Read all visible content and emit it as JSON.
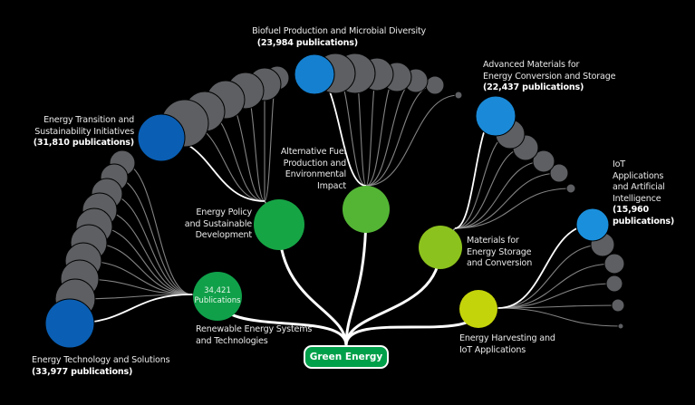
{
  "root": {
    "label": "Green Energy",
    "color": "#00a04a"
  },
  "colors": {
    "background": "#000000",
    "leaf_gray": "#5d5f62",
    "cluster_blue_dark": "#0a5fb4",
    "cluster_blue_light": "#1a8ad8",
    "link_main": "#ffffff",
    "link_sub": "#9a9a9a"
  },
  "branches": [
    {
      "id": "renewable",
      "label": "Renewable Energy Systems and Technologies",
      "label_lines": [
        "Renewable Energy Systems",
        "and Technologies"
      ],
      "inner_count": "34,421",
      "inner_unit": "Publications",
      "color": "#10a04a",
      "cluster": {
        "label_lines": [
          "Energy Technology and Solutions"
        ],
        "count_text": "(33,977 publications)",
        "publications": 33977,
        "color": "#0a5fb4",
        "subtopic_count": 10
      }
    },
    {
      "id": "policy",
      "label": "Energy Policy and Sustainable Development",
      "label_lines": [
        "Energy Policy",
        "and Sustainable",
        "Development"
      ],
      "color": "#16a545",
      "cluster": {
        "label_lines": [
          "Energy Transition and",
          "Sustainability Initiatives"
        ],
        "count_text": "(31,810 publications)",
        "publications": 31810,
        "color": "#0a5fb4",
        "subtopic_count": 7
      }
    },
    {
      "id": "altfuel",
      "label": "Alternative Fuel Production and Environmental Impact",
      "label_lines": [
        "Alternative Fuel",
        "Production and",
        "Environmental",
        "Impact"
      ],
      "color": "#54b535",
      "cluster": {
        "label_lines": [
          "Biofuel Production and Microbial Diversity"
        ],
        "count_text": "(23,984 publications)",
        "publications": 23984,
        "color": "#1580d0",
        "subtopic_count": 8
      }
    },
    {
      "id": "materials",
      "label": "Materials for Energy Storage and Conversion",
      "label_lines": [
        "Materials for",
        "Energy Storage",
        "and Conversion"
      ],
      "color": "#8cc21e",
      "cluster": {
        "label_lines": [
          "Advanced Materials for",
          "Energy Conversion and Storage"
        ],
        "count_text": "(22,437 publications)",
        "publications": 22437,
        "color": "#1a8ad8",
        "subtopic_count": 6
      }
    },
    {
      "id": "harvesting",
      "label": "Energy Harvesting and IoT Applications",
      "label_lines": [
        "Energy Harvesting and",
        "IoT Applications"
      ],
      "color": "#c4d40a",
      "cluster": {
        "label_lines": [
          "IoT",
          "Applications",
          "and Artificial",
          "Intelligence"
        ],
        "count_text_lines": [
          "(15,960",
          "publications)"
        ],
        "publications": 15960,
        "color": "#1a90dc",
        "subtopic_count": 6
      }
    }
  ]
}
